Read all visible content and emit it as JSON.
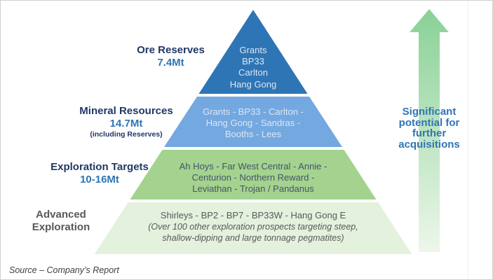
{
  "tiers": [
    {
      "label": {
        "title": "Ore Reserves",
        "value": "7.4Mt"
      },
      "lines": [
        "Grants",
        "BP33",
        "Carlton",
        "Hang Gong"
      ],
      "fill": "#2E75B6"
    },
    {
      "label": {
        "title": "Mineral Resources",
        "value": "14.7Mt",
        "note": "(including Reserves)"
      },
      "lines": [
        "Grants - BP33 - Carlton -",
        "Hang Gong - Sandras -",
        "Booths - Lees"
      ],
      "fill": "#74A8E0"
    },
    {
      "label": {
        "title": "Exploration Targets",
        "value": "10-16Mt"
      },
      "lines": [
        "Ah Hoys - Far West Central - Annie -",
        "Centurion - Northern Reward -",
        "Leviathan - Trojan / Pandanus"
      ],
      "fill": "#A3D38E"
    },
    {
      "label": {
        "title": "Advanced Exploration"
      },
      "lines": [
        "Shirleys - BP2 - BP7 - BP33W - Hang Gong E"
      ],
      "note_lines": [
        "(Over 100 other exploration prospects targeting steep,",
        "shallow-dipping and large tonnage pegmatites)"
      ],
      "fill": "#E4F1DD"
    }
  ],
  "arrow": {
    "lines": [
      "Significant",
      "potential for",
      "further",
      "acquisitions"
    ],
    "color_top": "#89D196",
    "color_bottom": "#EDF7EA",
    "text_color": "#2E75B6"
  },
  "source": "Source – Company’s Report",
  "colors": {
    "tier1_fill": "#2E75B6",
    "tier2_fill": "#74A8E0",
    "tier3_fill": "#A3D38E",
    "tier4_fill": "#E4F1DD",
    "tier_light_text": "#DCE6F2",
    "tier_dark_text": "#44546A",
    "label_title": "#1F3864",
    "label_value": "#2E75B6",
    "label_gray": "#595959",
    "edge_line": "#F8F8F8"
  }
}
